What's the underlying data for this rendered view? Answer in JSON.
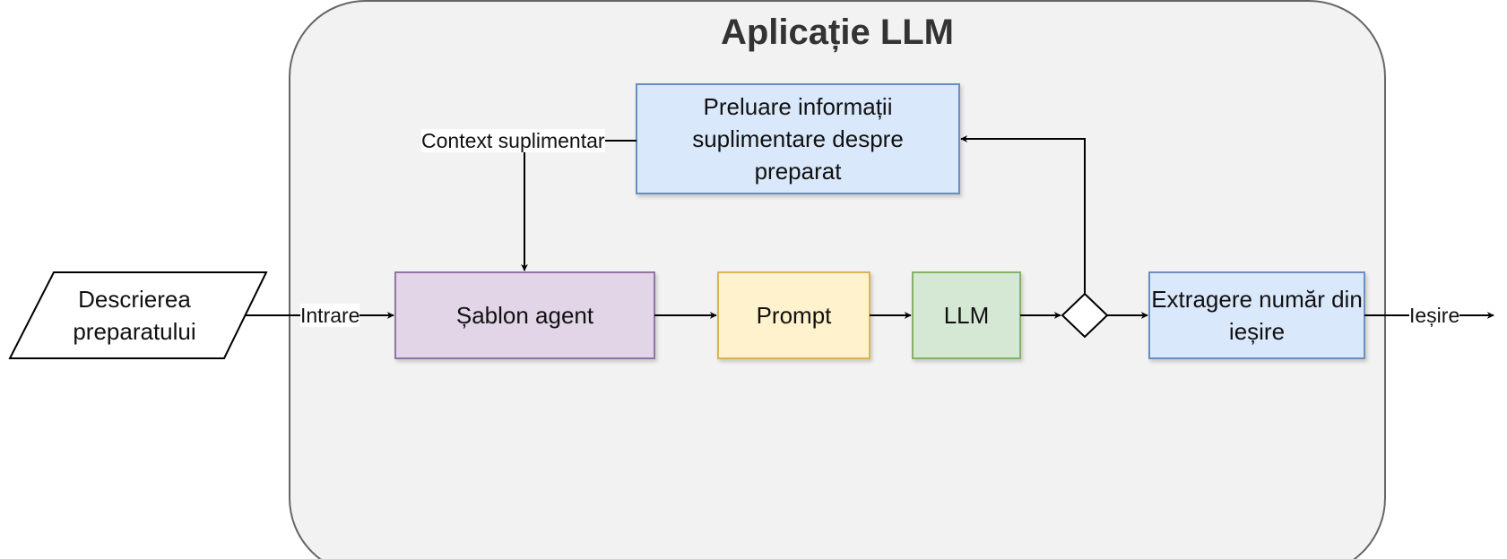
{
  "container": {
    "title": "Aplicație LLM"
  },
  "nodes": {
    "input": "Descrierea preparatului",
    "template": "Șablon agent",
    "prompt": "Prompt",
    "llm": "LLM",
    "retrieval": "Preluare informații suplimentare despre preparat",
    "extract": "Extragere număr din ieșire"
  },
  "edges": {
    "input_label": "Intrare",
    "context_label": "Context suplimentar",
    "output_label": "Ieșire"
  },
  "colors": {
    "container_fill": "#f2f2f2",
    "template_fill": "#e1d5e7",
    "prompt_fill": "#fff2cc",
    "llm_fill": "#d5e8d4",
    "retrieval_fill": "#dae8fc",
    "extract_fill": "#dae8fc"
  }
}
